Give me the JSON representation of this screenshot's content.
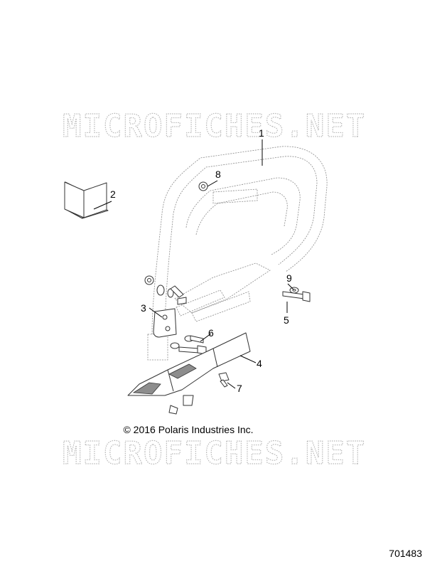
{
  "watermark": "MICROFICHES.NET",
  "callouts": [
    "1",
    "2",
    "3",
    "4",
    "5",
    "6",
    "7",
    "8",
    "9"
  ],
  "copyright": "© 2016 Polaris Industries Inc.",
  "figure_number": "701483"
}
